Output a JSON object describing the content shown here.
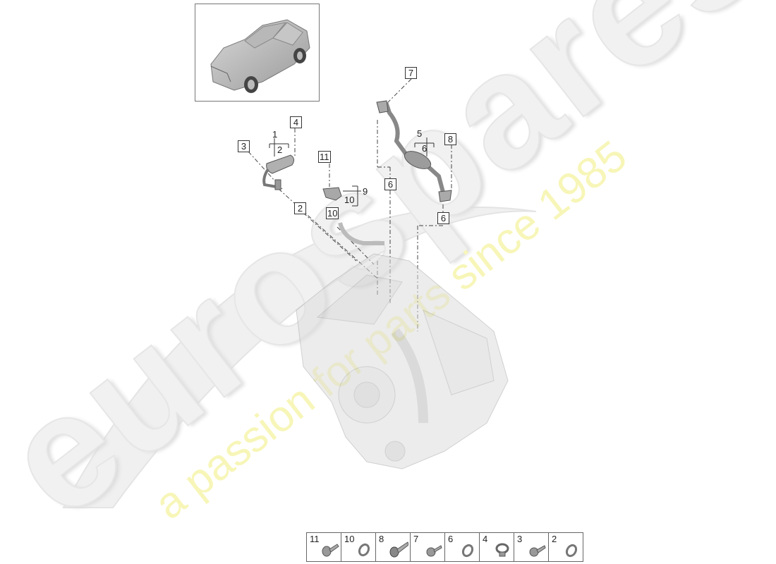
{
  "watermark": {
    "logo_text": "eurospares",
    "slogan": "a passion for parts since 1985",
    "logo_color": "#f1f1f1",
    "slogan_color": "#f7f6b8"
  },
  "thumbnail": {
    "label": "vehicle-overview",
    "icon": "car-suv-icon"
  },
  "callouts": [
    {
      "id": "c1",
      "label": "1",
      "boxed": false
    },
    {
      "id": "c2a",
      "label": "2",
      "boxed": false
    },
    {
      "id": "c3",
      "label": "3",
      "boxed": true
    },
    {
      "id": "c4",
      "label": "4",
      "boxed": true
    },
    {
      "id": "c2b",
      "label": "2",
      "boxed": true
    },
    {
      "id": "c11",
      "label": "11",
      "boxed": true
    },
    {
      "id": "c9",
      "label": "9",
      "boxed": false
    },
    {
      "id": "c10a",
      "label": "10",
      "boxed": false
    },
    {
      "id": "c10b",
      "label": "10",
      "boxed": true
    },
    {
      "id": "c7",
      "label": "7",
      "boxed": true
    },
    {
      "id": "c5",
      "label": "5",
      "boxed": false
    },
    {
      "id": "c6a",
      "label": "6",
      "boxed": false
    },
    {
      "id": "c8",
      "label": "8",
      "boxed": true
    },
    {
      "id": "c6b",
      "label": "6",
      "boxed": true
    },
    {
      "id": "c6c",
      "label": "6",
      "boxed": true
    }
  ],
  "parts": {
    "engine": "engine-block-illustration",
    "exhaust_pipe": "exhaust-pipe-with-catalytic-converter",
    "hose_small": "vent-hose-assembly",
    "bracket": "mounting-bracket",
    "coolant_pipe": "coolant-pipe"
  },
  "fasteners": [
    {
      "number": "11",
      "type": "screw"
    },
    {
      "number": "10",
      "type": "seal-ring"
    },
    {
      "number": "8",
      "type": "bolt"
    },
    {
      "number": "7",
      "type": "screw"
    },
    {
      "number": "6",
      "type": "seal-ring"
    },
    {
      "number": "4",
      "type": "hose-clamp"
    },
    {
      "number": "3",
      "type": "screw"
    },
    {
      "number": "2",
      "type": "seal-ring"
    }
  ]
}
